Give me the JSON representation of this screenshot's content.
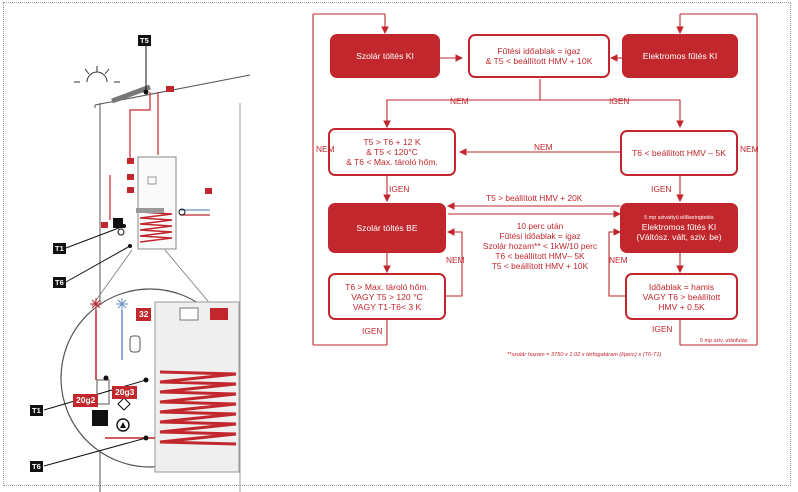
{
  "schematic": {
    "sensor_t5": "T5",
    "sensor_t1": "T1",
    "sensor_t6": "T6",
    "zoom_sensor_t1": "T1",
    "zoom_sensor_t6": "T6",
    "zoom_code_32": "32",
    "zoom_code_20g2": "20g2",
    "zoom_code_20g3": "20g3"
  },
  "flowchart": {
    "nodes": {
      "solar_off": "Szolár töltés KI",
      "heating_window": "Fűtési időablak = igaz\n& T5 < beállított HMV + 10K",
      "electric_off": "Elektromos fűtés KI",
      "t5_gt_t6": "T5 > T6 + 12 K\n& T5 < 120°C\n& T6 < Max. tároló hőm.",
      "t6_lt_hmv": "T6 < beállított HMV – 5K",
      "solar_on": "Szolár töltés BE",
      "electric_on_small": "5 mp szivattyú előkeringtetés",
      "electric_on": "Elektromos fűtés KI\n(Váltósz. vált, sziv. be)",
      "stop_solar": "T6 > Max. tároló hőm.\nVAGY T5 > 120 °C\nVAGY T1-T6< 3 K",
      "stop_electric": "Időablak = hamis\nVAGY T6 > beállított\nHMV + 0.5K"
    },
    "labels": {
      "nem_left": "NEM",
      "nem_top": "NEM",
      "igen_top": "IGEN",
      "nem_mid": "NEM",
      "nem_right": "NEM",
      "igen_left": "IGEN",
      "igen_right": "IGEN",
      "t5_transfer": "T5 > beállított HMV + 20K",
      "center_condition": "10 perc után\nFűtési időablak = igaz\nSzolár hozam** < 1kW/10 perc\nT6 < beállított HMV– 5K\nT5 < beállított HMV + 10K",
      "nem_solar_loop": "NEM",
      "nem_electric_loop": "NEM",
      "igen_solar_bottom": "IGEN",
      "igen_electric_bottom": "IGEN",
      "after_run": "5 mp sziv. utánfutás"
    },
    "footnote": "**szolár hozam = 3750 x 1.02 x térfogatáram (l/perc) x (T6-T1)"
  },
  "colors": {
    "accent": "#c1272d",
    "line": "#c1272d",
    "ink": "#111111"
  }
}
